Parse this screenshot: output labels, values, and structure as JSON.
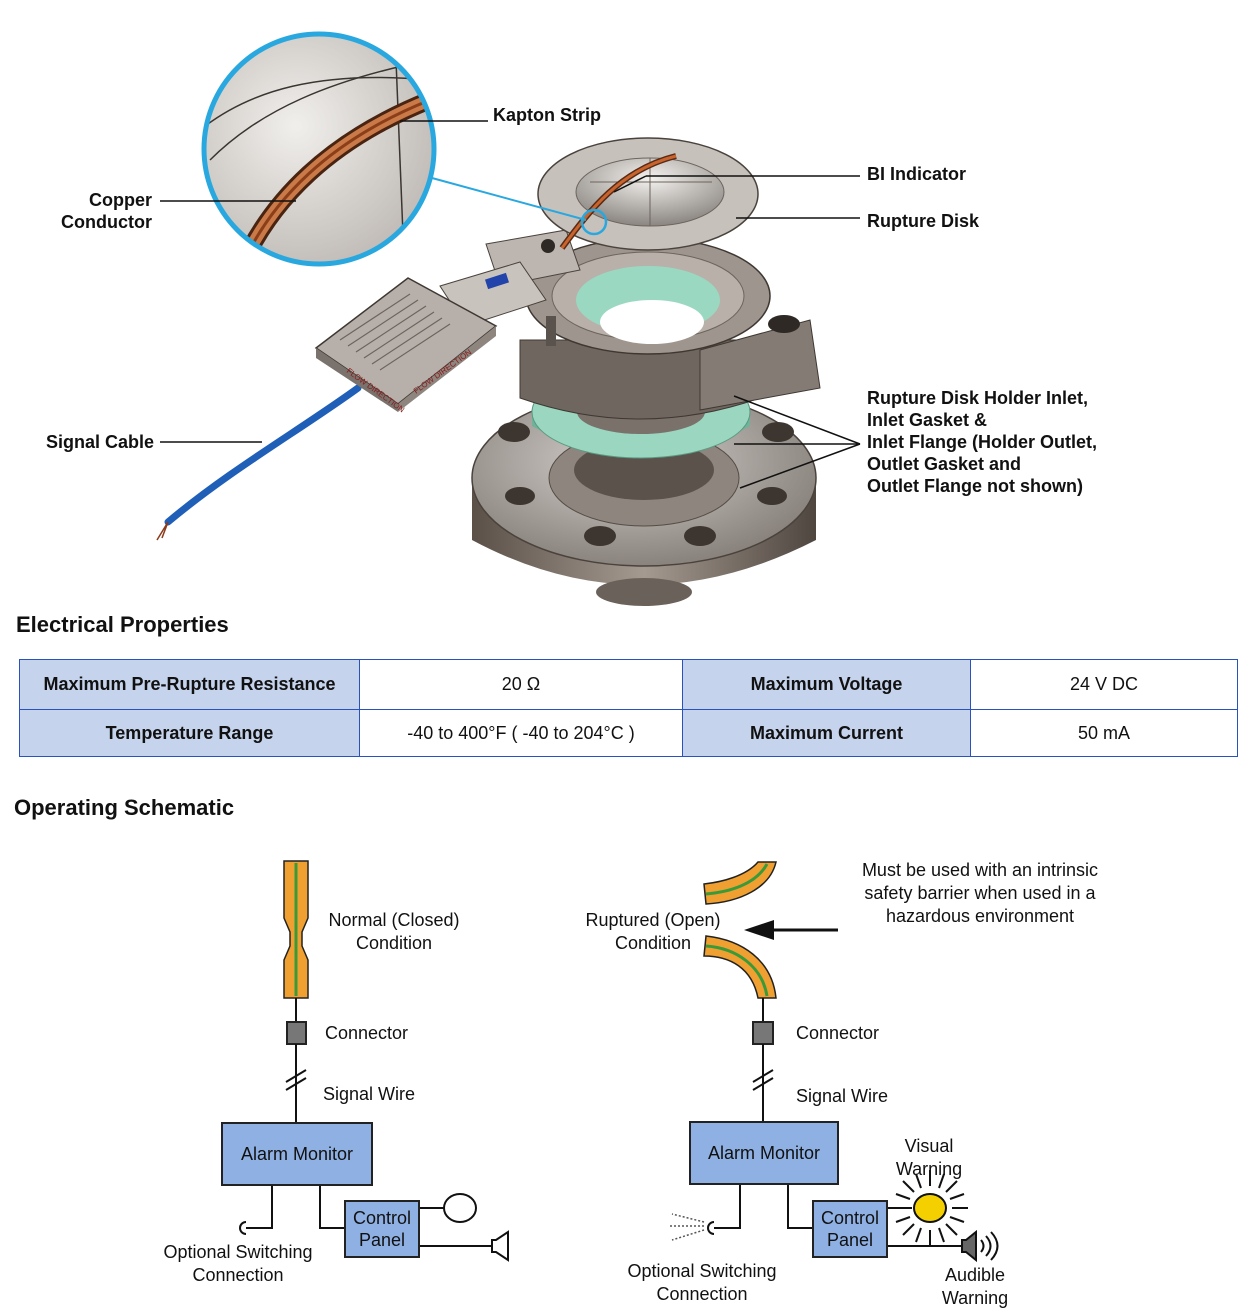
{
  "callouts": {
    "kapton": "Kapton Strip",
    "bi": "BI Indicator",
    "rupture_disk": "Rupture Disk",
    "copper_line1": "Copper",
    "copper_line2": "Conductor",
    "signal_cable": "Signal Cable",
    "holder_lines": [
      "Rupture Disk Holder Inlet,",
      "Inlet Gasket &",
      "Inlet Flange (Holder Outlet,",
      "Outlet Gasket and",
      "Outlet Flange not shown)"
    ],
    "tag_text": "FLOW DIRECTION"
  },
  "electrical": {
    "title": "Electrical Properties",
    "rows": [
      [
        "Maximum Pre-Rupture Resistance",
        "20 Ω",
        "Maximum Voltage",
        "24 V DC"
      ],
      [
        "Temperature Range",
        "-40 to 400°F ( -40 to 204°C )",
        "Maximum Current",
        "50 mA"
      ]
    ]
  },
  "schematic": {
    "title": "Operating Schematic",
    "left": {
      "condition_1": "Normal (Closed)",
      "condition_2": "Condition",
      "connector": "Connector",
      "signal_wire": "Signal Wire",
      "alarm_monitor": "Alarm Monitor",
      "control_1": "Control",
      "control_2": "Panel",
      "switch_1": "Optional Switching",
      "switch_2": "Connection"
    },
    "right": {
      "condition_1": "Ruptured (Open)",
      "condition_2": "Condition",
      "note_1": "Must be used with an intrinsic",
      "note_2": "safety barrier when used in a",
      "note_3": "hazardous environment",
      "connector": "Connector",
      "signal_wire": "Signal Wire",
      "alarm_monitor": "Alarm Monitor",
      "control_1": "Control",
      "control_2": "Panel",
      "visual_1": "Visual",
      "visual_2": "Warning",
      "audible_1": "Audible",
      "audible_2": "Warning",
      "switch_1": "Optional Switching",
      "switch_2": "Connection"
    }
  },
  "colors": {
    "table_border": "#2a52be",
    "table_header": "#c5d3ec",
    "box_fill": "#8fb0e2",
    "strip_orange": "#f0a030",
    "strip_green": "#3a9a3a",
    "zoom_ring": "#29a8e0",
    "cable_blue": "#1f5fb8",
    "gasket_green": "#8fd0b8"
  }
}
